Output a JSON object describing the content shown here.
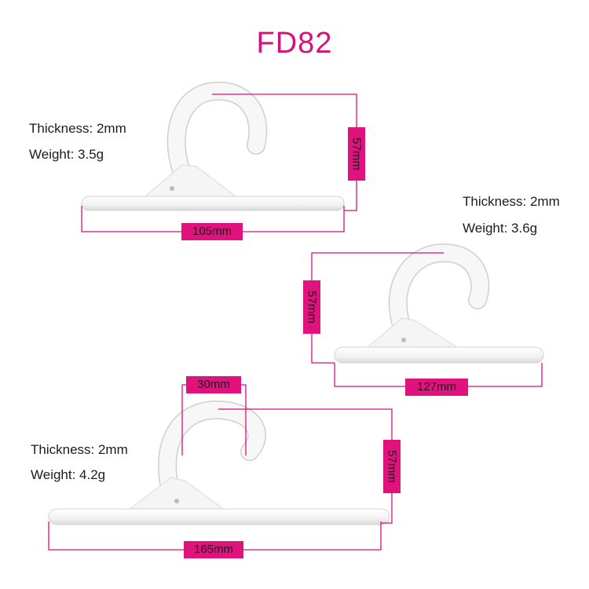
{
  "title": "FD82",
  "hangers": [
    {
      "thickness": "Thickness: 2mm",
      "weight": "Weight: 3.5g",
      "width_label": "105mm",
      "height_label": "57mm"
    },
    {
      "thickness": "Thickness: 2mm",
      "weight": "Weight: 3.6g",
      "width_label": "127mm",
      "height_label": "57mm"
    },
    {
      "thickness": "Thickness: 2mm",
      "weight": "Weight: 4.2g",
      "width_label": "165mm",
      "height_label": "57mm",
      "opening_label": "30mm"
    }
  ],
  "colors": {
    "accent": "#e0127d",
    "title": "#d6127a",
    "hanger": "#f6f6f6",
    "hanger_edge": "#c9c9c9"
  }
}
